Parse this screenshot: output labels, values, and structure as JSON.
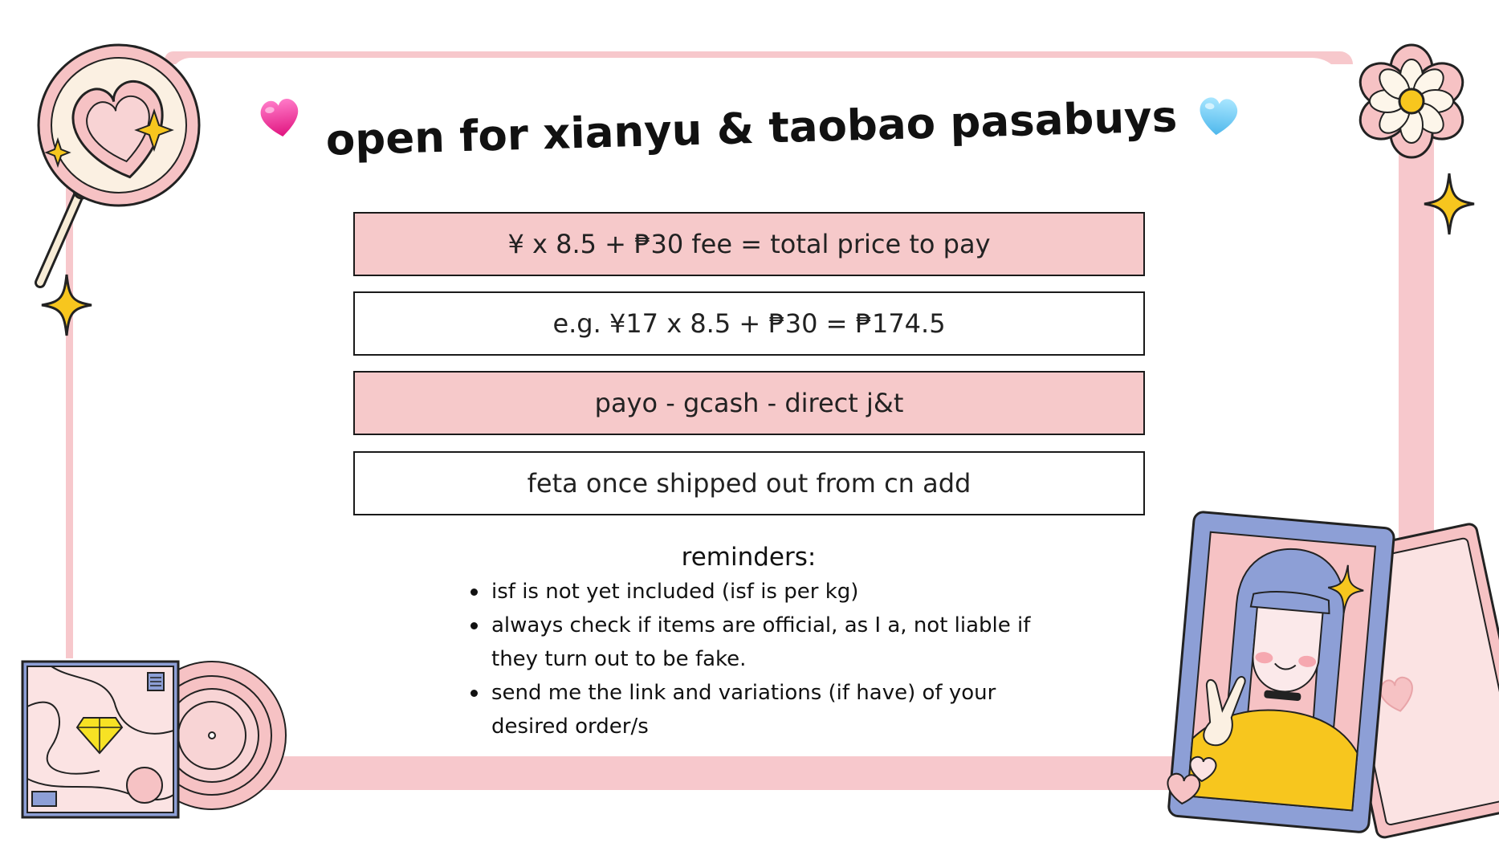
{
  "title": "open for xianyu & taobao pasabuys",
  "icons": {
    "left_heart": "pink-heart-icon",
    "right_heart": "blue-heart-icon"
  },
  "colors": {
    "frame_pink": "#f7c8cc",
    "box_pink": "#f6c9ca",
    "accent_yellow": "#f7c61e",
    "accent_blue": "#8d9fd6"
  },
  "boxes": [
    {
      "text": "¥ x 8.5 + ₱30 fee = total price to pay",
      "style": "pink"
    },
    {
      "text": "e.g. ¥17  x 8.5 + ₱30 = ₱174.5",
      "style": "white"
    },
    {
      "text": "payo - gcash - direct j&t",
      "style": "pink"
    },
    {
      "text": "feta once shipped out from cn add",
      "style": "white"
    }
  ],
  "reminders": {
    "heading": "reminders:",
    "items": [
      "isf is not yet included (isf is per kg)",
      "always check if items are official, as I a, not liable if they turn out to be fake.",
      "send me the link and variations (if have) of your desired order/s"
    ]
  }
}
